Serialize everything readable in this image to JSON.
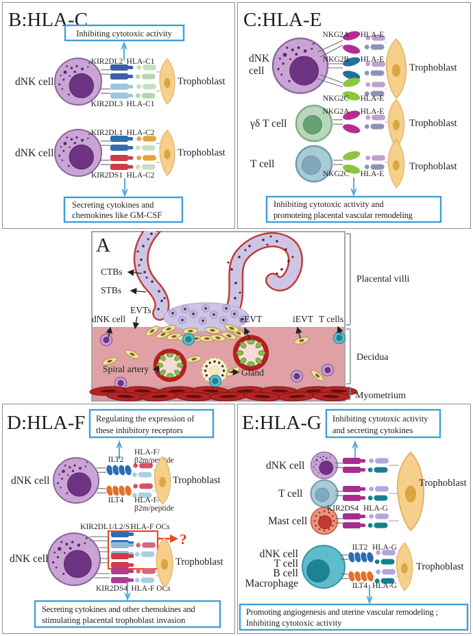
{
  "colors": {
    "box_border": "#3f9fd8",
    "arrow": "#58a9d9",
    "question_mark": "#e8350d",
    "panel_border": "#8c8c8c",
    "red_highlight_box": "#e8491d"
  },
  "panel_a": {
    "label": "A",
    "ctbs": "CTBs",
    "stbs": "STBs",
    "evts": "EVTs",
    "dnk": "dNK cell",
    "eevt": "eEVT",
    "ievt": "iEVT",
    "tcells": "T cells",
    "spiral": "Spiral artery",
    "gland": "Gland",
    "region_villi": "Placental villi",
    "region_decidua": "Decidua",
    "region_myometrium": "Myometrium"
  },
  "panel_b": {
    "title": "B:HLA-C",
    "box_top": "Inhibiting cytotoxic activity",
    "g1_cell": "dNK cell",
    "g1_receptor_top": "KIR2DL2",
    "g1_receptor_bottom": "KIR2DL3",
    "g1_ligand_top": "HLA-C1",
    "g1_ligand_bottom": "HLA-C1",
    "g1_troph": "Trophoblast",
    "g2_cell": "dNK cell",
    "g2_receptor_top": "KIR2DL1",
    "g2_receptor_bottom": "KIR2DS1",
    "g2_ligand_top": "HLA-C2",
    "g2_ligand_bottom": "HLA-C2",
    "g2_troph": "Trophoblast",
    "box_bottom_1": "Secreting cytokines and",
    "box_bottom_2": "chemokines like GM-CSF"
  },
  "panel_c": {
    "title": "C:HLA-E",
    "g1_cell_1": "dNK",
    "g1_cell_2": "cell",
    "g1_r1": "NKG2A",
    "g1_r2": "NKG2B",
    "g1_r3": "NKG2C",
    "g1_l1": "HLA-E",
    "g1_l2": "HLA-E",
    "g1_l3": "HLA-E",
    "g1_troph": "Trophoblast",
    "g2_cell": "γδ T cell",
    "g2_r": "NKG2A",
    "g2_l": "HLA-E",
    "g2_troph": "Trophoblast",
    "g3_cell": "T cell",
    "g3_r": "NKG2C",
    "g3_l": "HLA-E",
    "g3_troph": "Trophoblast",
    "box_bottom_1": "Inhibiting cytotoxic activity and",
    "box_bottom_2": "promoteing placental vascular remodeling"
  },
  "panel_d": {
    "title": "D:HLA-F",
    "box_top_1": "Regulating the expression of",
    "box_top_2": "these inhibitory receptors",
    "g1_cell": "dNK cell",
    "g1_r_top": "ILT2",
    "g1_r_bottom": "ILT4",
    "g1_l_top_1": "HLA-F/",
    "g1_l_top_2": "β2m/peptide",
    "g1_l_bottom_1": "HLA-F/",
    "g1_l_bottom_2": "β2m/peptide",
    "g1_troph": "Trophoblast",
    "g2_cell": "dNK cell",
    "g2_receptors": "KIR2DL1/L2/S1",
    "g2_l_top": "HLA-F OCs",
    "g2_r_bottom": "KIR2DS4",
    "g2_l_bottom": "HLA-F OCs",
    "g2_question": "?",
    "g2_troph": "Trophoblast",
    "box_bottom_1": "Secreting cytokines and other chemokines and",
    "box_bottom_2": "stimulating placental trophoblast invasion"
  },
  "panel_e": {
    "title": "E:HLA-G",
    "box_top_1": "Inhibiting cytotoxic activity",
    "box_top_2": "and secreting cytokines",
    "g1_cell1": "dNK cell",
    "g1_cell2": "T cell",
    "g1_cell3": "Mast cell",
    "g1_receptor": "KIR2DS4",
    "g1_ligand": "HLA-G",
    "g1_troph": "Trophoblast",
    "g2_cell1": "dNK cell",
    "g2_cell2": "T cell",
    "g2_cell3": "B cell",
    "g2_cell4": "Macrophage",
    "g2_r_top": "ILT2",
    "g2_l_top": "HLA-G",
    "g2_r_bottom": "ILT4",
    "g2_l_bottom": "HLA-G",
    "g2_troph": "Trophoblast",
    "box_bottom_1": "Promoting angiogenesis and uterine vascular remodeling ;",
    "box_bottom_2": "Inhibiting cytotoxic activity"
  }
}
